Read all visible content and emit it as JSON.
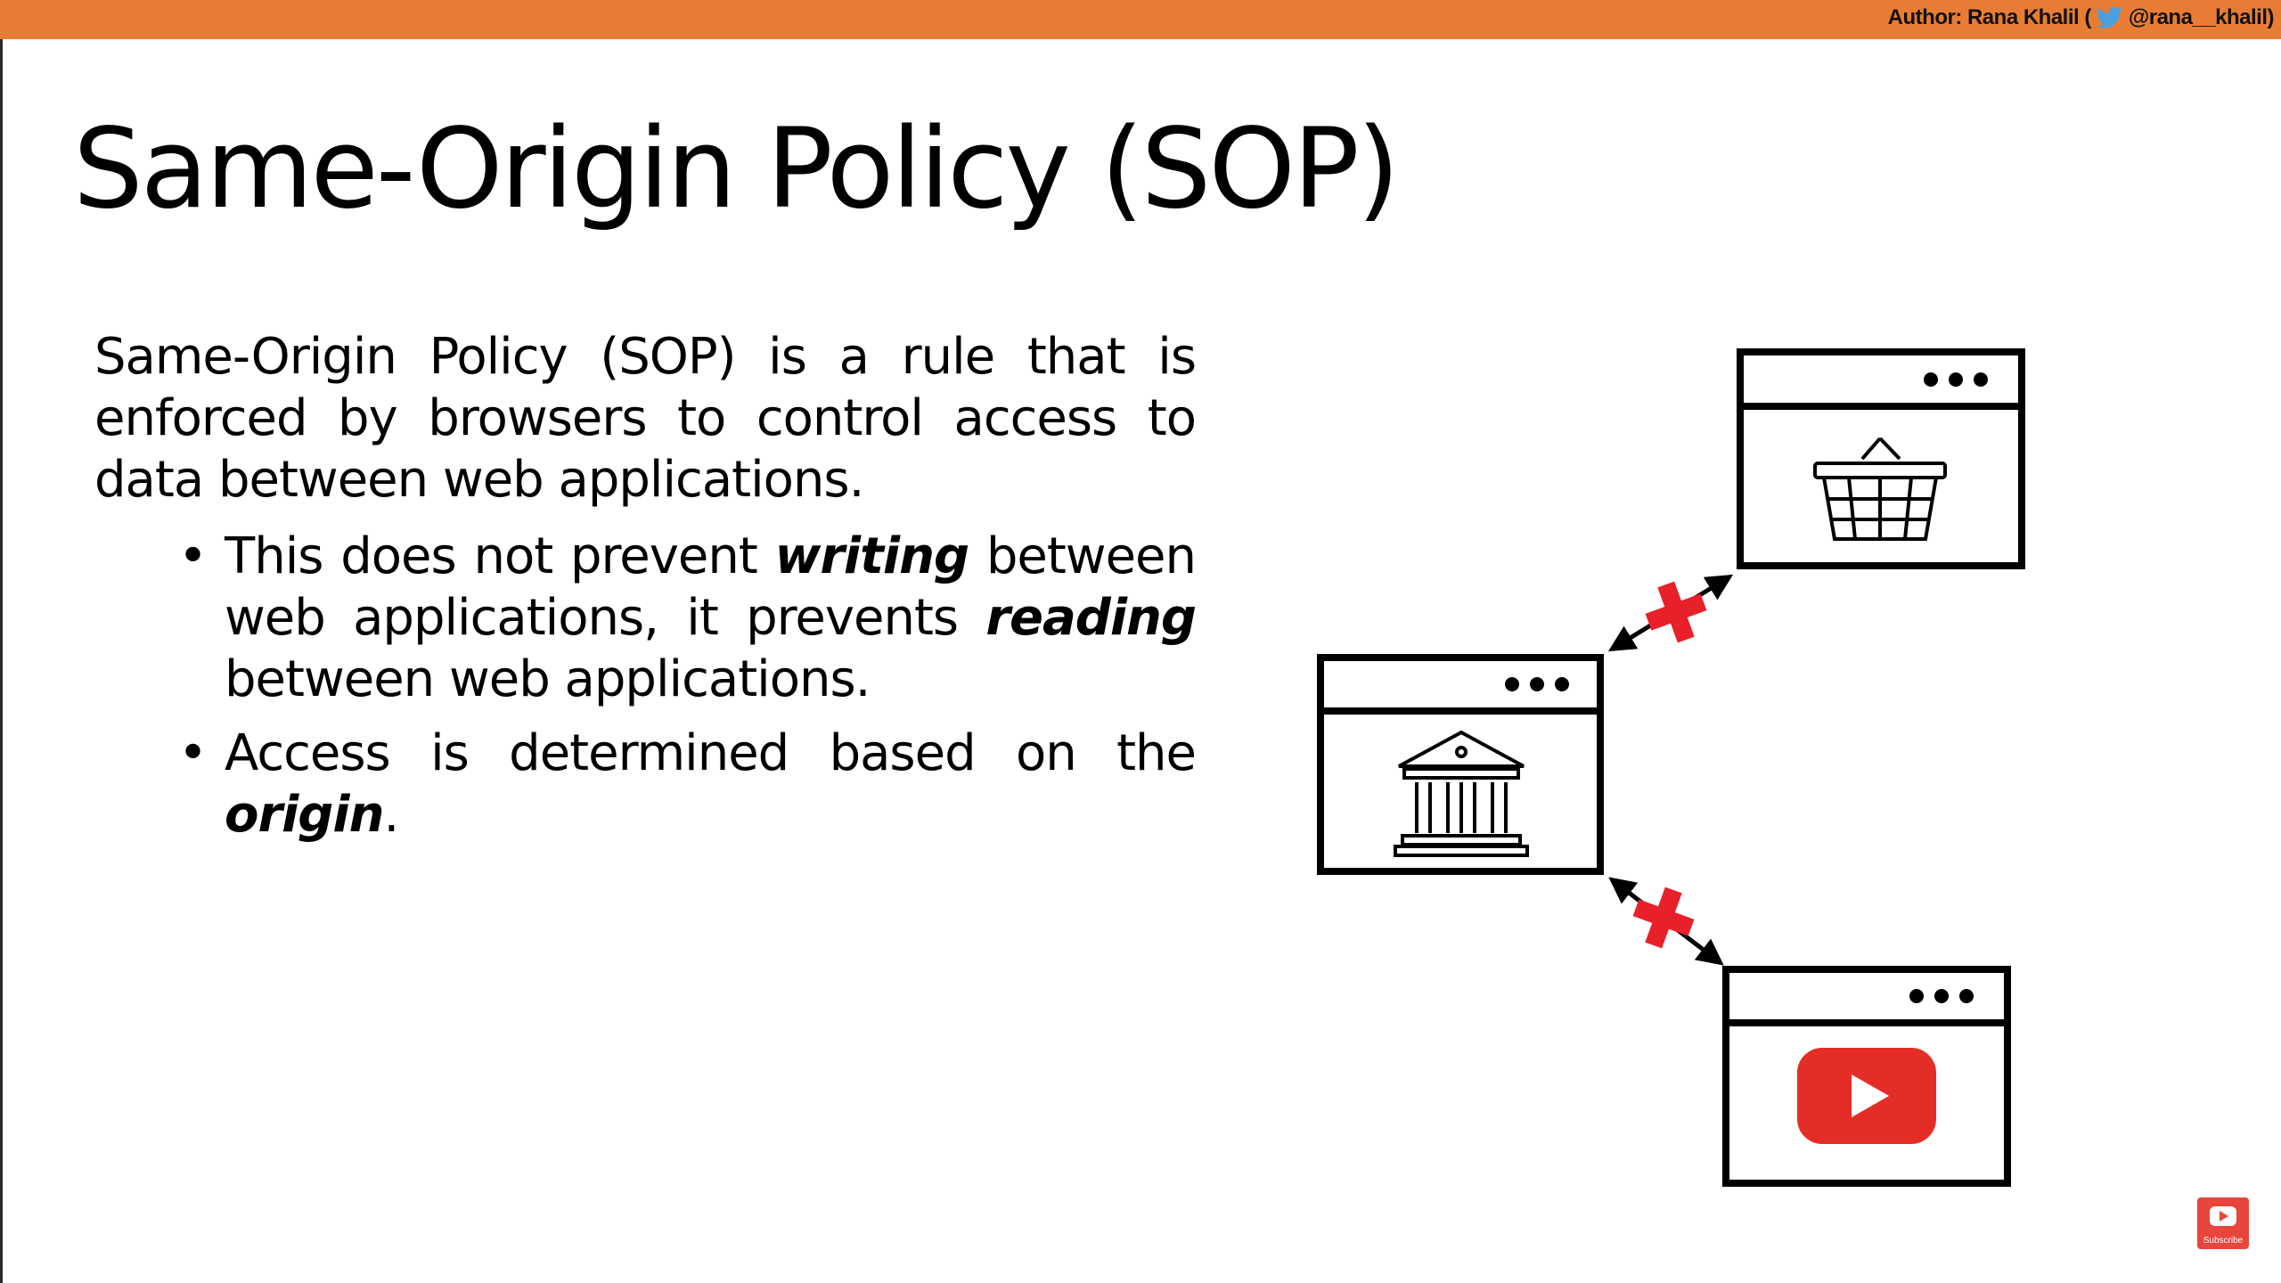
{
  "header": {
    "author_prefix": "Author: Rana Khalil (",
    "twitter_handle": "@rana__khalil)",
    "bar_color": "#e97c34"
  },
  "slide": {
    "title": "Same-Origin Policy (SOP)",
    "intro": "Same-Origin Policy (SOP) is a rule that is enforced by browsers to control access to data between web applications.",
    "bullet1_a": "This does not prevent ",
    "bullet1_em1": "writing",
    "bullet1_b": " between web applications, it prevents ",
    "bullet1_em2": "reading",
    "bullet1_c": " between web applications.",
    "bullet2_a": "Access is determined based on the ",
    "bullet2_em": "origin",
    "bullet2_b": "."
  },
  "diagram": {
    "windows": [
      {
        "icon": "shopping-basket-icon"
      },
      {
        "icon": "bank-icon"
      },
      {
        "icon": "youtube-play-icon"
      }
    ],
    "blocked_marker_color": "#e8202a",
    "youtube_color": "#e52d27"
  },
  "overlay": {
    "subscribe_label": "Subscribe"
  }
}
